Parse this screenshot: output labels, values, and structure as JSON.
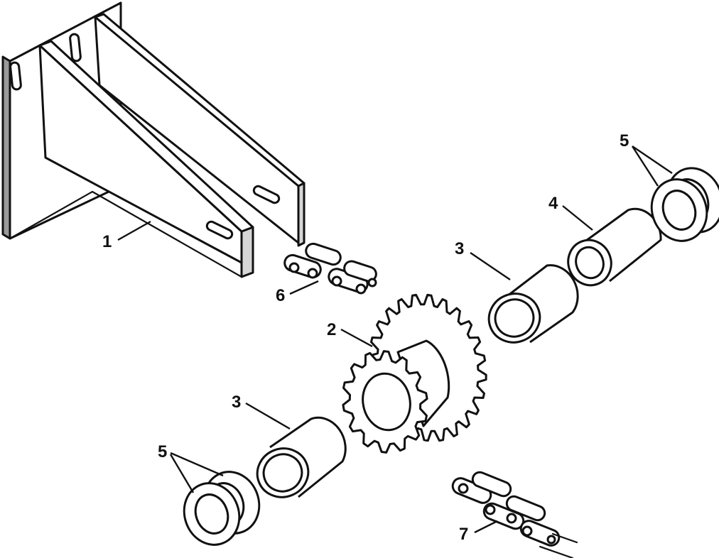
{
  "diagram": {
    "callouts": [
      {
        "id": "c1",
        "label": "1"
      },
      {
        "id": "c2",
        "label": "2"
      },
      {
        "id": "c3a",
        "label": "3"
      },
      {
        "id": "c3b",
        "label": "3"
      },
      {
        "id": "c4",
        "label": "4"
      },
      {
        "id": "c5a",
        "label": "5"
      },
      {
        "id": "c5b",
        "label": "5"
      },
      {
        "id": "c6",
        "label": "6"
      },
      {
        "id": "c7",
        "label": "7"
      }
    ]
  }
}
